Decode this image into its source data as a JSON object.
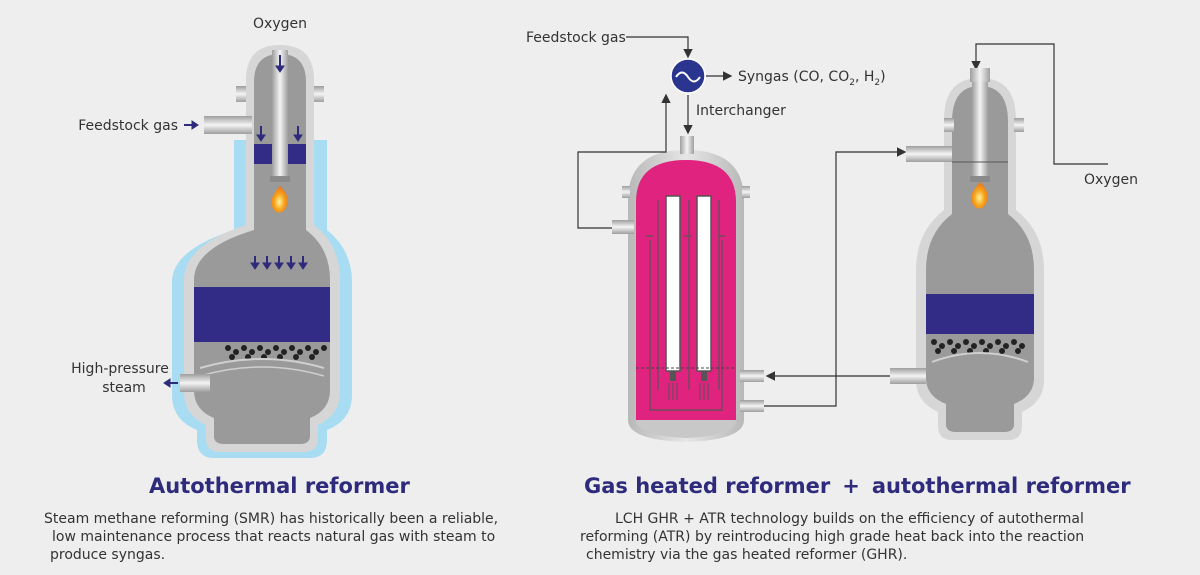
{
  "left": {
    "title": "Autothermal reformer",
    "labels": {
      "oxygen": "Oxygen",
      "feedstock": "Feedstock gas",
      "steam_line1": "High-pressure",
      "steam_line2": "steam"
    },
    "description": [
      "Steam methane reforming (SMR) has historically been a reliable,",
      "low maintenance process that reacts natural gas with steam to",
      "produce syngas."
    ]
  },
  "right": {
    "title_part1": "Gas heated reformer",
    "title_plus": "+",
    "title_part2": "autothermal reformer",
    "labels": {
      "feedstock": "Feedstock gas",
      "syngas_prefix": "Syngas (CO, CO",
      "syngas_sub1": "2",
      "syngas_mid": ", H",
      "syngas_sub2": "2",
      "syngas_suffix": ")",
      "interchanger": "Interchanger",
      "oxygen": "Oxygen"
    },
    "description": [
      "LCH GHR + ATR technology builds on the efficiency of autothermal",
      "reforming (ATR) by reintroducing high grade heat back into the reaction",
      "chemistry via the gas heated reformer (GHR)."
    ]
  },
  "colors": {
    "background": "#eeeeee",
    "vessel_grey": "#9a9a9a",
    "vessel_outline": "#d0d0d0",
    "catalyst_navy": "#332c87",
    "steam_jacket": "#a8dcf2",
    "ghr_magenta": "#e0237f",
    "title_navy": "#2e2a7c",
    "arrow_navy": "#2e2a7c",
    "flame_orange": "#f7a51c",
    "interchanger_blue": "#2a3590"
  },
  "icons": [
    "down-arrow-icon",
    "right-arrow-icon",
    "left-arrow-icon",
    "flame-icon",
    "wave-icon"
  ]
}
